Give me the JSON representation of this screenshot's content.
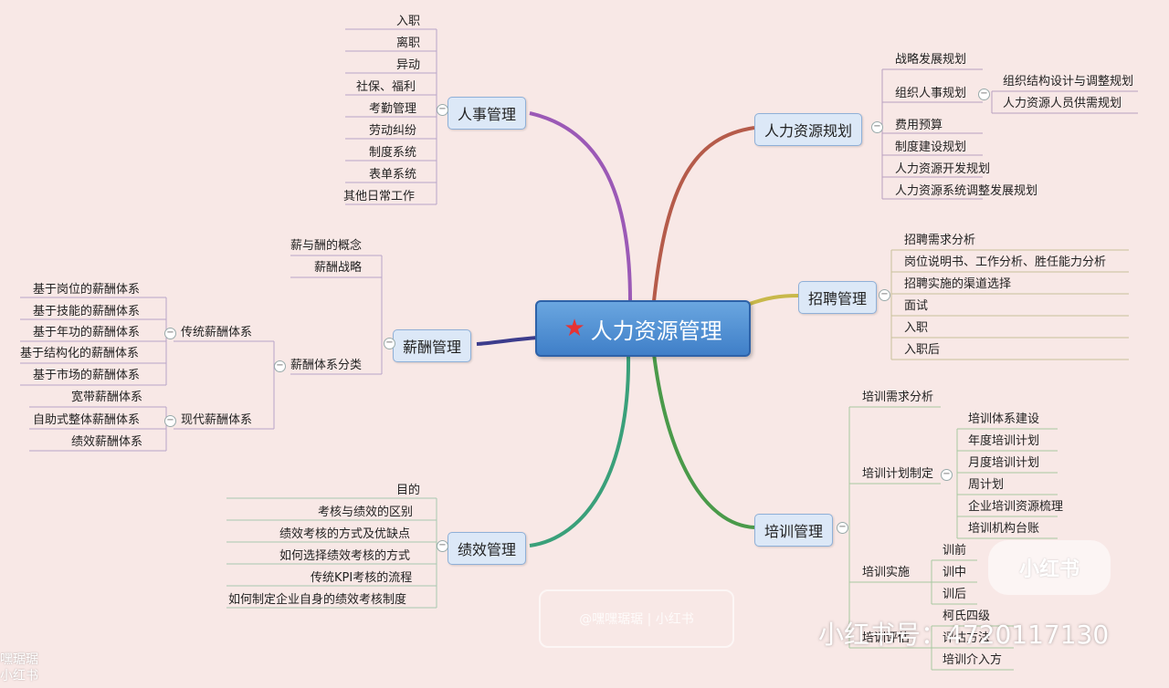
{
  "center": {
    "label": "人力资源管理"
  },
  "colors": {
    "hr": "#9b59b6",
    "plan": "#b55b4a",
    "salary": "#3c3c8c",
    "recruit": "#c8b84a",
    "perf": "#3aa07a",
    "train": "#4a9a4a"
  },
  "branches": {
    "hr": {
      "label": "人事管理",
      "items": [
        "入职",
        "离职",
        "异动",
        "社保、福利",
        "考勤管理",
        "劳动纠纷",
        "制度系统",
        "表单系统",
        "其他日常工作"
      ]
    },
    "plan": {
      "label": "人力资源规划",
      "items": [
        "战略发展规划",
        "组织人事规划",
        "费用预算",
        "制度建设规划",
        "人力资源开发规划",
        "人力资源系统调整发展规划"
      ],
      "sub": [
        "组织结构设计与调整规划",
        "人力资源人员供需规划"
      ]
    },
    "salary": {
      "label": "薪酬管理",
      "items": [
        "薪与酬的概念",
        "薪酬战略",
        "薪酬体系分类"
      ],
      "groups": [
        "传统薪酬体系",
        "现代薪酬体系"
      ],
      "trad": [
        "基于岗位的薪酬体系",
        "基于技能的薪酬体系",
        "基于年功的薪酬体系",
        "基于结构化的薪酬体系",
        "基于市场的薪酬体系"
      ],
      "modern": [
        "宽带薪酬体系",
        "自助式整体薪酬体系",
        "绩效薪酬体系"
      ]
    },
    "recruit": {
      "label": "招聘管理",
      "items": [
        "招聘需求分析",
        "岗位说明书、工作分析、胜任能力分析",
        "招聘实施的渠道选择",
        "面试",
        "入职",
        "入职后"
      ]
    },
    "perf": {
      "label": "绩效管理",
      "items": [
        "目的",
        "考核与绩效的区别",
        "绩效考核的方式及优缺点",
        "如何选择绩效考核的方式",
        "传统KPI考核的流程",
        "如何制定企业自身的绩效考核制度"
      ]
    },
    "train": {
      "label": "培训管理",
      "items": [
        "培训需求分析",
        "培训计划制定",
        "培训实施",
        "培训评估"
      ],
      "plan": [
        "培训体系建设",
        "年度培训计划",
        "月度培训计划",
        "周计划",
        "企业培训资源梳理",
        "培训机构台账"
      ],
      "impl": [
        "训前",
        "训中",
        "训后"
      ],
      "eval": [
        "柯氏四级",
        "评估方法",
        "培训介入方"
      ]
    }
  },
  "watermarks": {
    "badge": "小红书",
    "account": "小红书号：4720117130",
    "center_mark": "@嘿嘿琚琚 | 小红书",
    "corner_name": "嘿琚琚",
    "corner_app": "小红书"
  }
}
